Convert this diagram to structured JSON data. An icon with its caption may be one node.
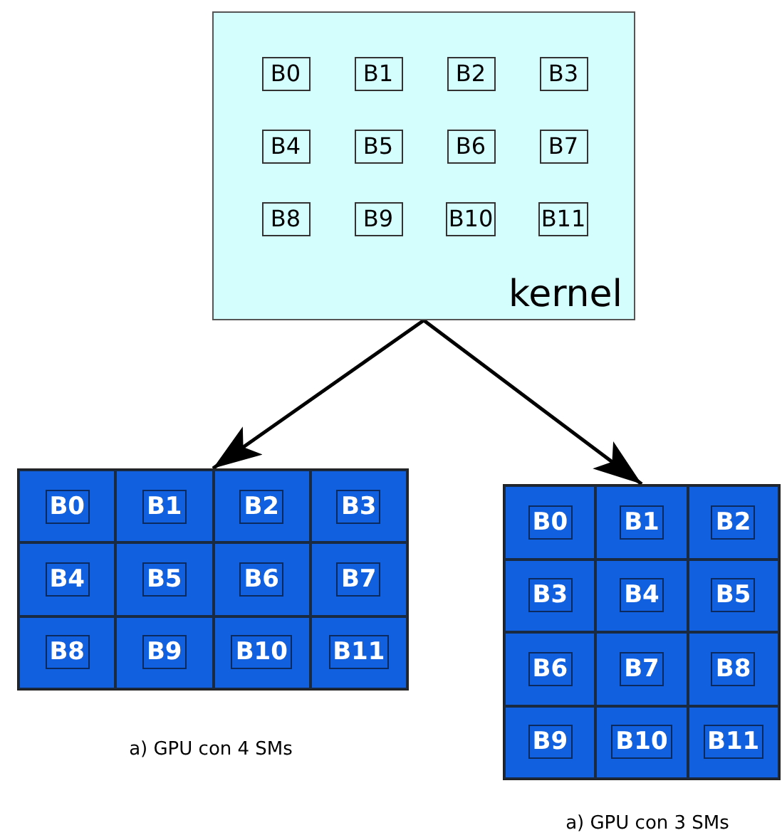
{
  "diagram": {
    "nodes": [
      {
        "text": [
          "kernel"
        ]
      },
      {
        "text": [
          "B0"
        ],
        "in": 0
      },
      {
        "text": [
          "B1"
        ],
        "in": 0
      },
      {
        "text": [
          "B2"
        ],
        "in": 0
      },
      {
        "text": [
          "B3"
        ],
        "in": 0
      },
      {
        "text": [
          "B4"
        ],
        "in": 0
      },
      {
        "text": [
          "B5"
        ],
        "in": 0
      },
      {
        "text": [
          "B6"
        ],
        "in": 0
      },
      {
        "text": [
          "B7"
        ],
        "in": 0
      },
      {
        "text": [
          "B8"
        ],
        "in": 0
      },
      {
        "text": [
          "B9"
        ],
        "in": 0
      },
      {
        "text": [
          "B10"
        ],
        "in": 0
      },
      {
        "text": [
          "B11"
        ],
        "in": 0
      },
      {
        "text": [],
        "shape": "box",
        "beside": [
          "a) GPU con 4 SMs"
        ]
      },
      {
        "text": [
          "B0"
        ],
        "in": 13
      },
      {
        "text": [
          "B1"
        ],
        "in": 13
      },
      {
        "text": [
          "B2"
        ],
        "in": 13
      },
      {
        "text": [
          "B3"
        ],
        "in": 13
      },
      {
        "text": [
          "B4"
        ],
        "in": 13
      },
      {
        "text": [
          "B5"
        ],
        "in": 13
      },
      {
        "text": [
          "B6"
        ],
        "in": 13
      },
      {
        "text": [
          "B7"
        ],
        "in": 13
      },
      {
        "text": [
          "B8"
        ],
        "in": 13
      },
      {
        "text": [
          "B9"
        ],
        "in": 13
      },
      {
        "text": [
          "B10"
        ],
        "in": 13
      },
      {
        "text": [
          "B11"
        ],
        "in": 13
      },
      {
        "text": [],
        "shape": "box",
        "beside": [
          "a) GPU con 3 SMs"
        ]
      },
      {
        "text": [
          "B0"
        ],
        "in": 26
      },
      {
        "text": [
          "B1"
        ],
        "in": 26
      },
      {
        "text": [
          "B2"
        ],
        "in": 26
      },
      {
        "text": [
          "B3"
        ],
        "in": 26
      },
      {
        "text": [
          "B4"
        ],
        "in": 26
      },
      {
        "text": [
          "B5"
        ],
        "in": 26
      },
      {
        "text": [
          "B6"
        ],
        "in": 26
      },
      {
        "text": [
          "B7"
        ],
        "in": 26
      },
      {
        "text": [
          "B8"
        ],
        "in": 26
      },
      {
        "text": [
          "B9"
        ],
        "in": 26
      },
      {
        "text": [
          "B10"
        ],
        "in": 26
      },
      {
        "text": [
          "B11"
        ],
        "in": 26
      }
    ],
    "edges": [
      {
        "from": 0,
        "to": 13,
        "arrow": "to"
      },
      {
        "from": 0,
        "to": 26,
        "arrow": "to"
      }
    ]
  }
}
